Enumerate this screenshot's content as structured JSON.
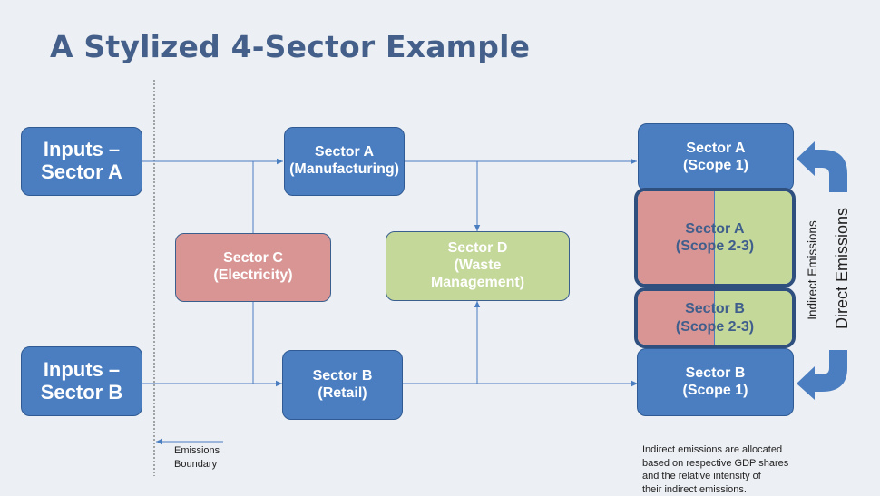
{
  "title": "A Stylized 4-Sector Example",
  "inputs": {
    "a": [
      "Inputs –",
      "Sector A"
    ],
    "b": [
      "Inputs –",
      "Sector B"
    ]
  },
  "sectors": {
    "a_manufacturing": [
      "Sector A",
      "(Manufacturing)"
    ],
    "b_retail": [
      "Sector B",
      "(Retail)"
    ],
    "c_electricity": [
      "Sector C",
      "(Electricity)"
    ],
    "d_waste": [
      "Sector D",
      "(Waste",
      "Management)"
    ]
  },
  "scopes": {
    "a_scope1": [
      "Sector A",
      "(Scope 1)"
    ],
    "a_scope23": [
      "Sector A",
      "(Scope 2-3)"
    ],
    "b_scope23": [
      "Sector B",
      "(Scope 2-3)"
    ],
    "b_scope1": [
      "Sector B",
      "(Scope 1)"
    ]
  },
  "labels": {
    "emissions_boundary": [
      "Emissions",
      "Boundary"
    ],
    "indirect_emissions": "Indirect Emissions",
    "direct_emissions": "Direct Emissions"
  },
  "note": [
    "Indirect emissions are allocated",
    "based on respective GDP shares",
    "and the relative intensity of",
    "their indirect emissions."
  ],
  "colors": {
    "blue": "#4A7EC1",
    "red": "#D99594",
    "green": "#C4D89A",
    "title": "#44608A"
  }
}
